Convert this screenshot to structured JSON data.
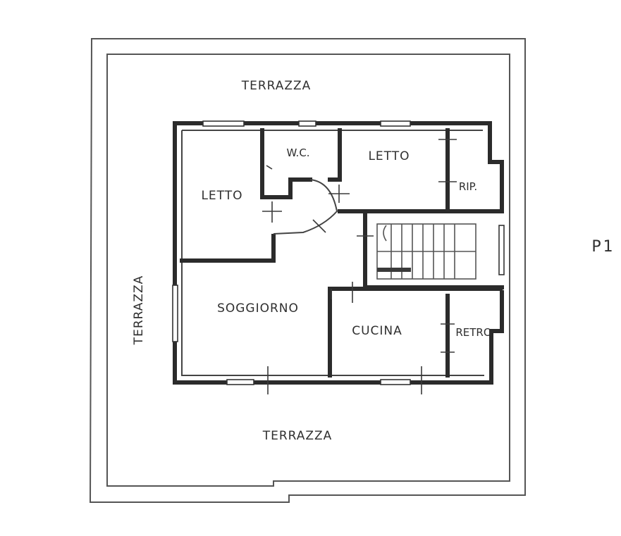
{
  "floor_label": "P1",
  "terraces": {
    "north": "TERRAZZA",
    "west": "TERRAZZA",
    "south": "TERRAZZA"
  },
  "rooms": {
    "bedroom_west": "LETTO",
    "wc": "W.C.",
    "bedroom_north": "LETTO",
    "storage": "RIP.",
    "living": "SOGGIORNO",
    "kitchen": "CUCINA",
    "back_kitchen": "RETRO"
  }
}
